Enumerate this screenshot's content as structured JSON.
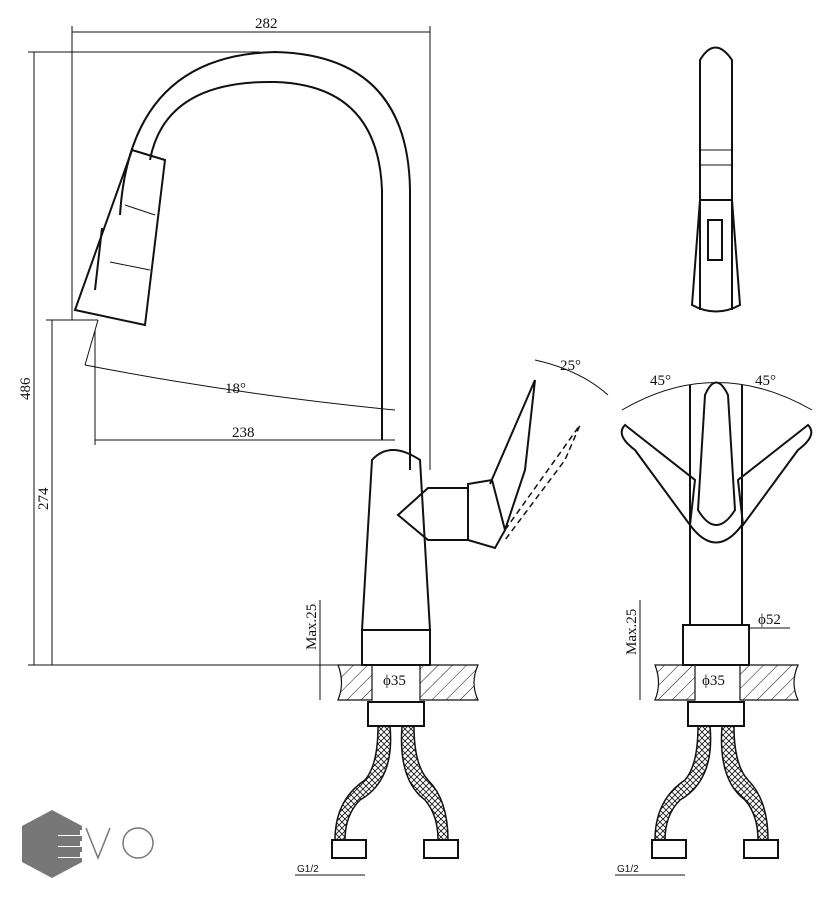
{
  "title": "Kitchen faucet technical drawing",
  "side_view": {
    "width_label": "282",
    "height_label": "486",
    "spout_height_label": "274",
    "reach_label": "238",
    "pullout_angle_label": "18°",
    "lever_angle_label": "25°",
    "deck_thickness_label": "Max.25",
    "hole_diameter_label": "ϕ35",
    "thread_label": "G1/2"
  },
  "front_view": {
    "left_angle_label": "45°",
    "right_angle_label": "45°",
    "base_diameter_label": "ϕ52",
    "deck_thickness_label": "Max.25",
    "hole_diameter_label": "ϕ35",
    "thread_label": "G1/2"
  },
  "logo": {
    "text": "EVO",
    "color": "#777777"
  }
}
